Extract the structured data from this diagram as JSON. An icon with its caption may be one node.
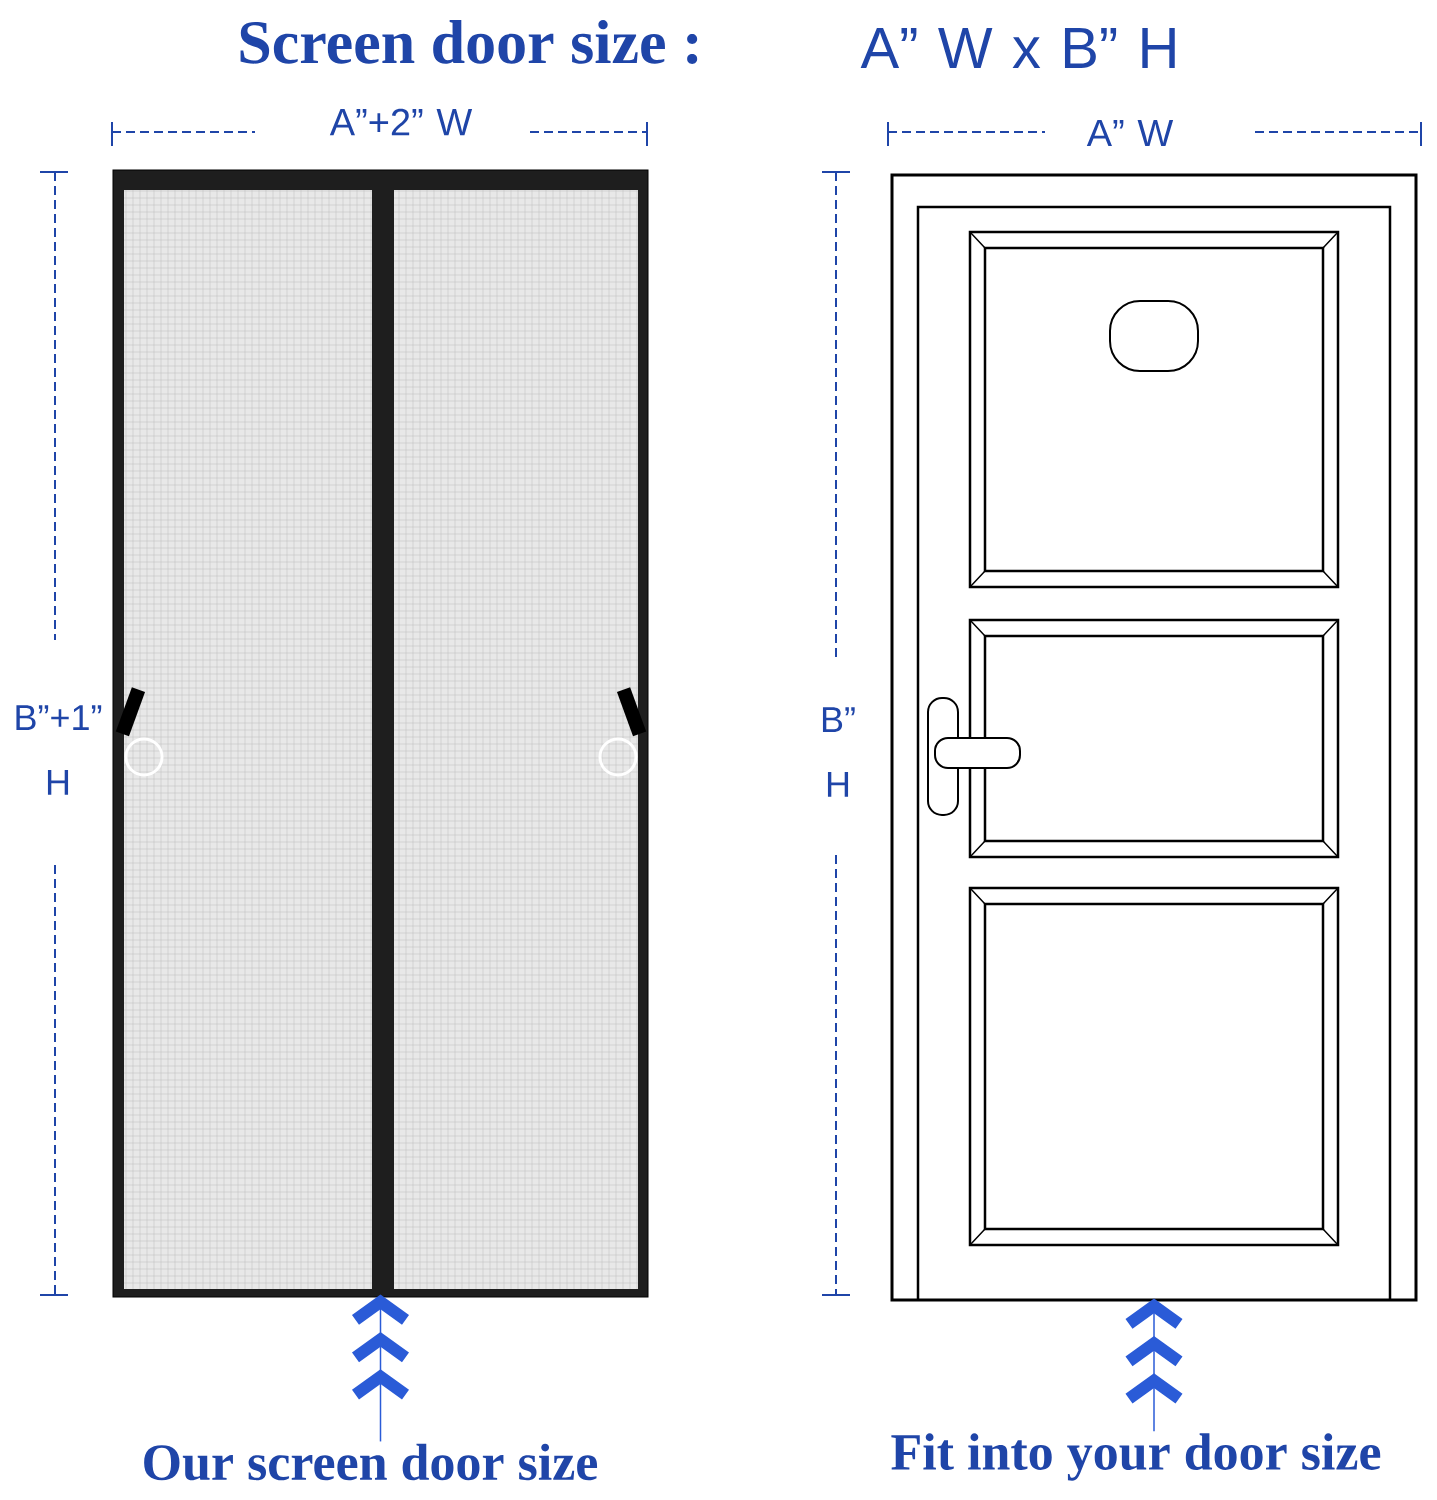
{
  "diagram": {
    "title": "Screen door size :",
    "nodes": [
      {
        "text": [],
        "shape": "picture",
        "beside": [
          "A”+2” W",
          "B”+1” H"
        ]
      },
      {
        "text": [
          "Our screen door size"
        ]
      },
      {
        "text": [],
        "shape": "picture",
        "beside": [
          "A” W",
          "B” H"
        ]
      },
      {
        "text": [
          "Fit into your door size"
        ]
      }
    ],
    "edges": [
      {
        "from": 1,
        "to": 0,
        "arrow": "to"
      },
      {
        "from": 3,
        "to": 2,
        "arrow": "to"
      }
    ],
    "labels": [
      "A” W x B” H"
    ]
  }
}
